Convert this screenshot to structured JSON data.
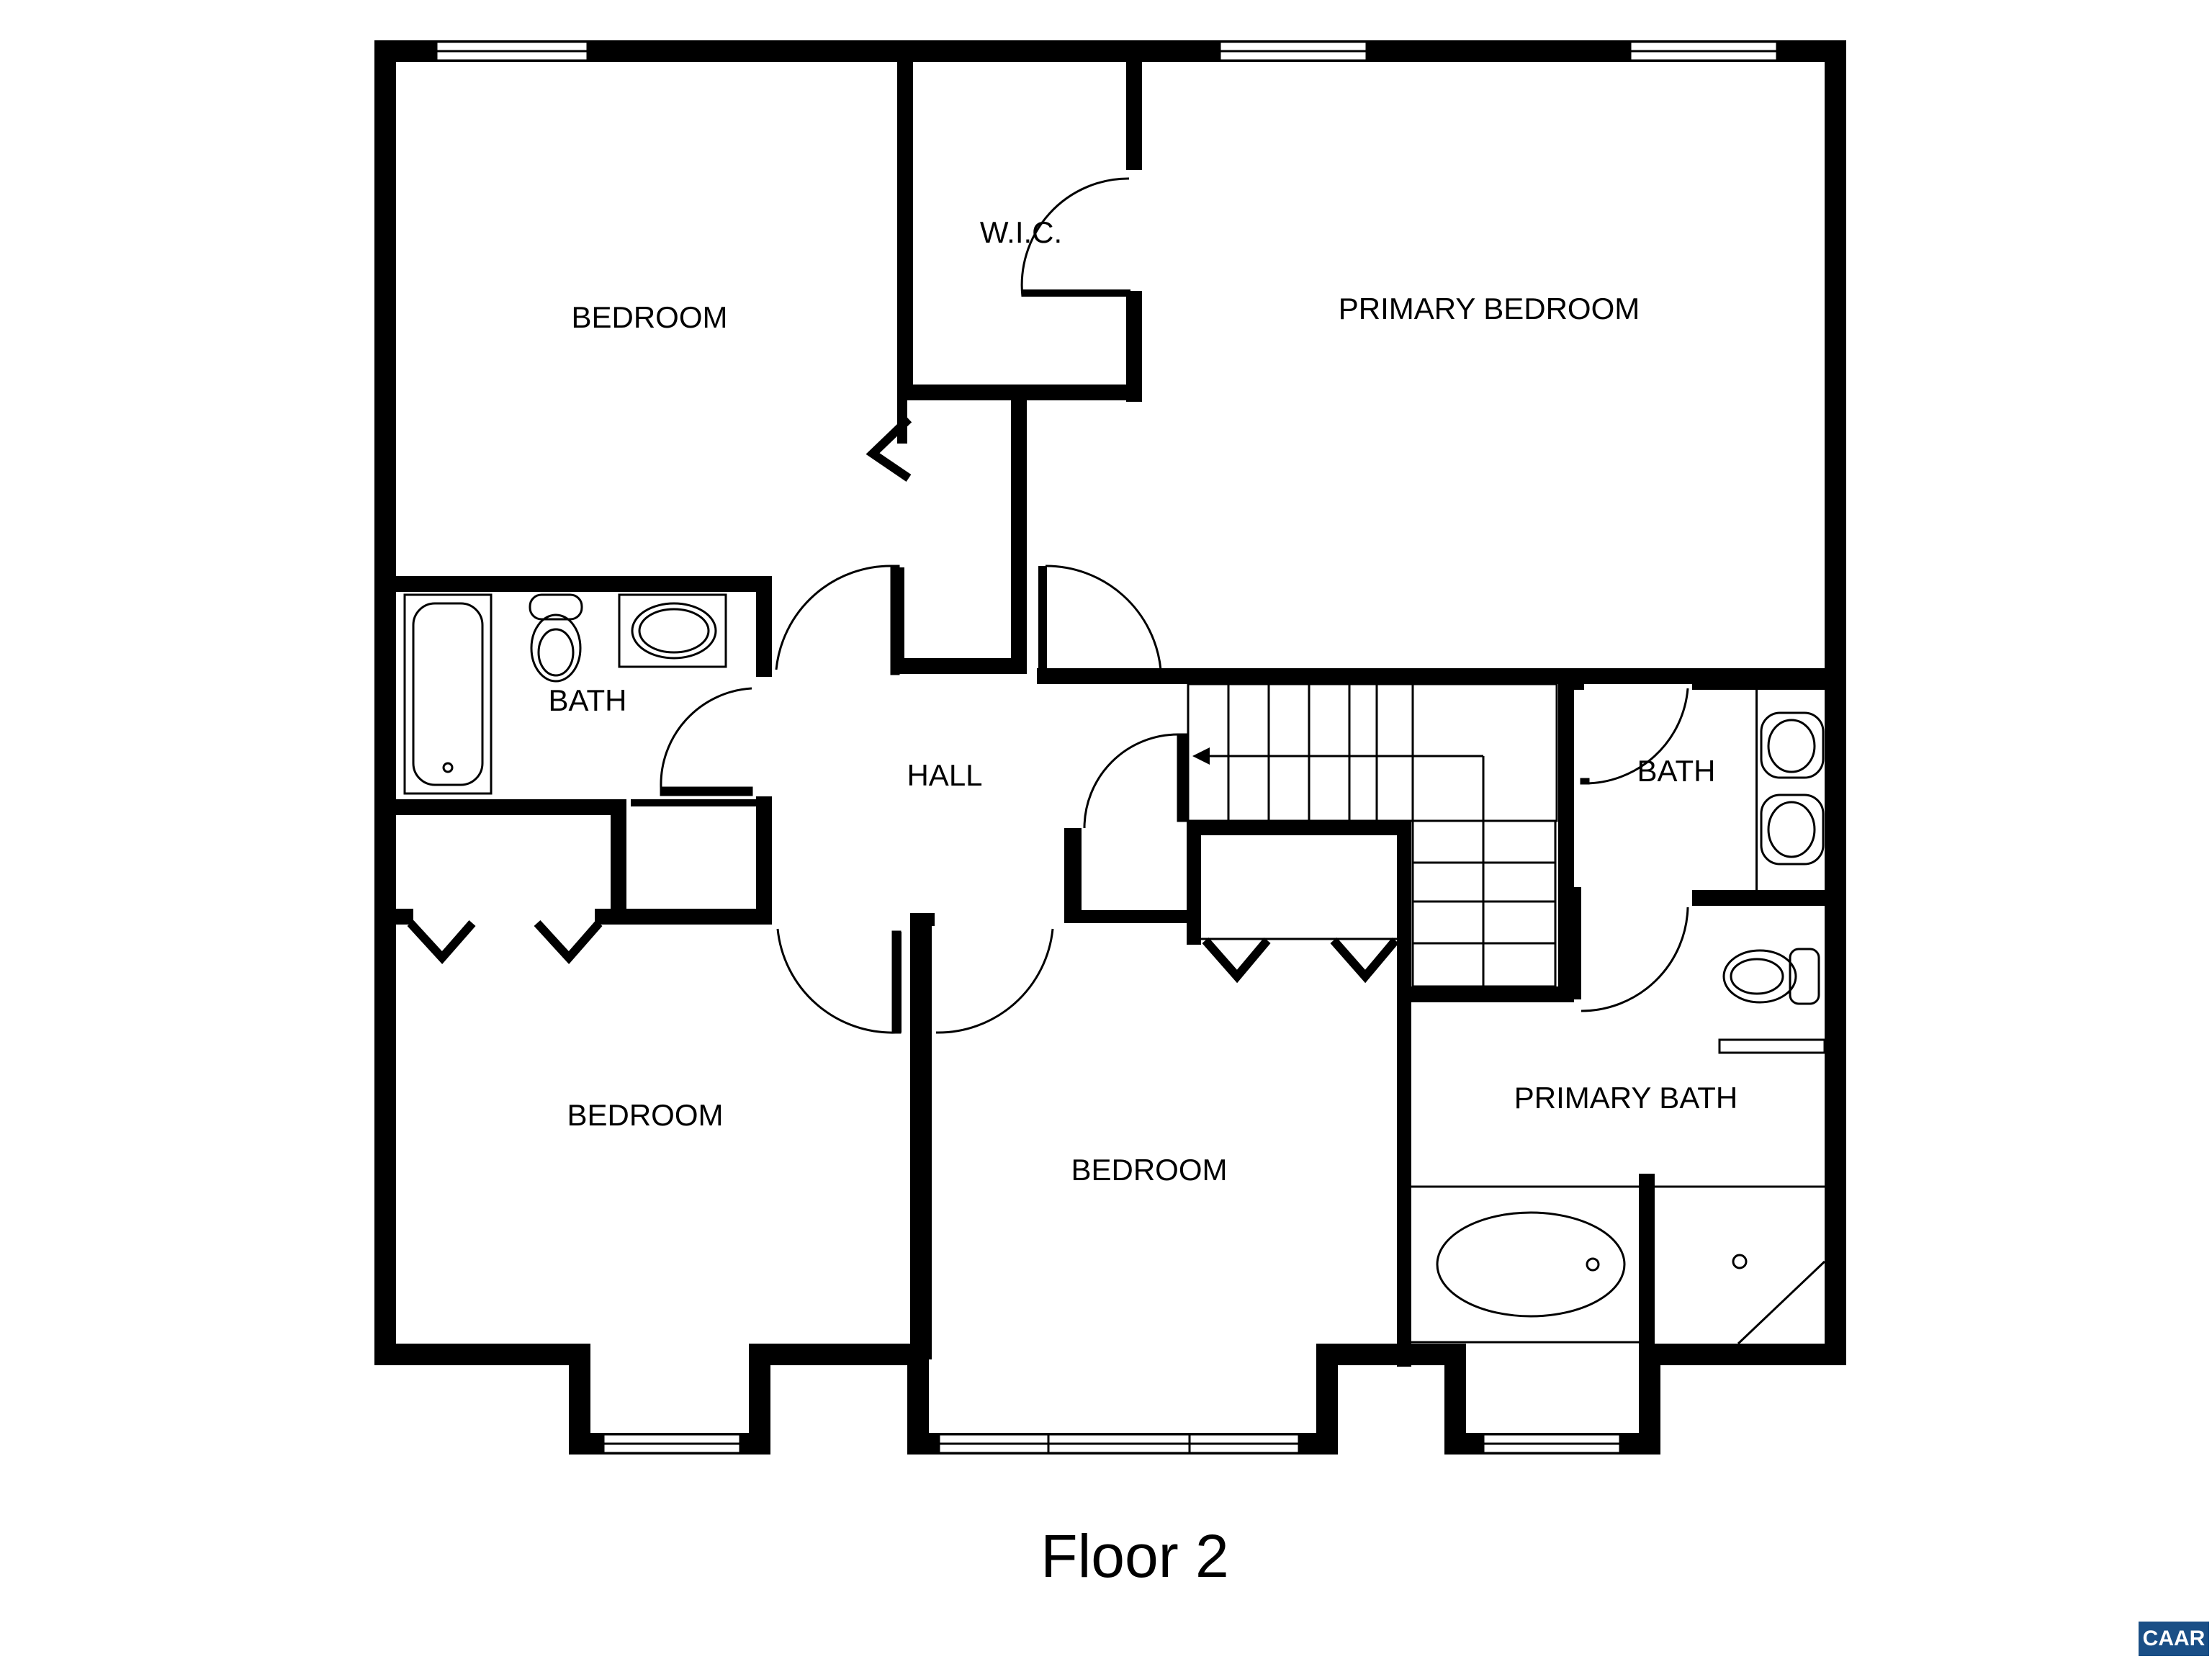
{
  "floor_caption": "Floor 2",
  "badge": {
    "text": "CAAR",
    "color": "#1a4f86"
  },
  "wall_color": "#000000",
  "rooms": {
    "bedroom_nw": "BEDROOM",
    "wic": "W.I.C.",
    "primary_bedroom": "PRIMARY BEDROOM",
    "bath_w": "BATH",
    "hall": "HALL",
    "bath_e": "BATH",
    "bedroom_sw": "BEDROOM",
    "bedroom_s": "BEDROOM",
    "primary_bath": "PRIMARY BATH"
  }
}
